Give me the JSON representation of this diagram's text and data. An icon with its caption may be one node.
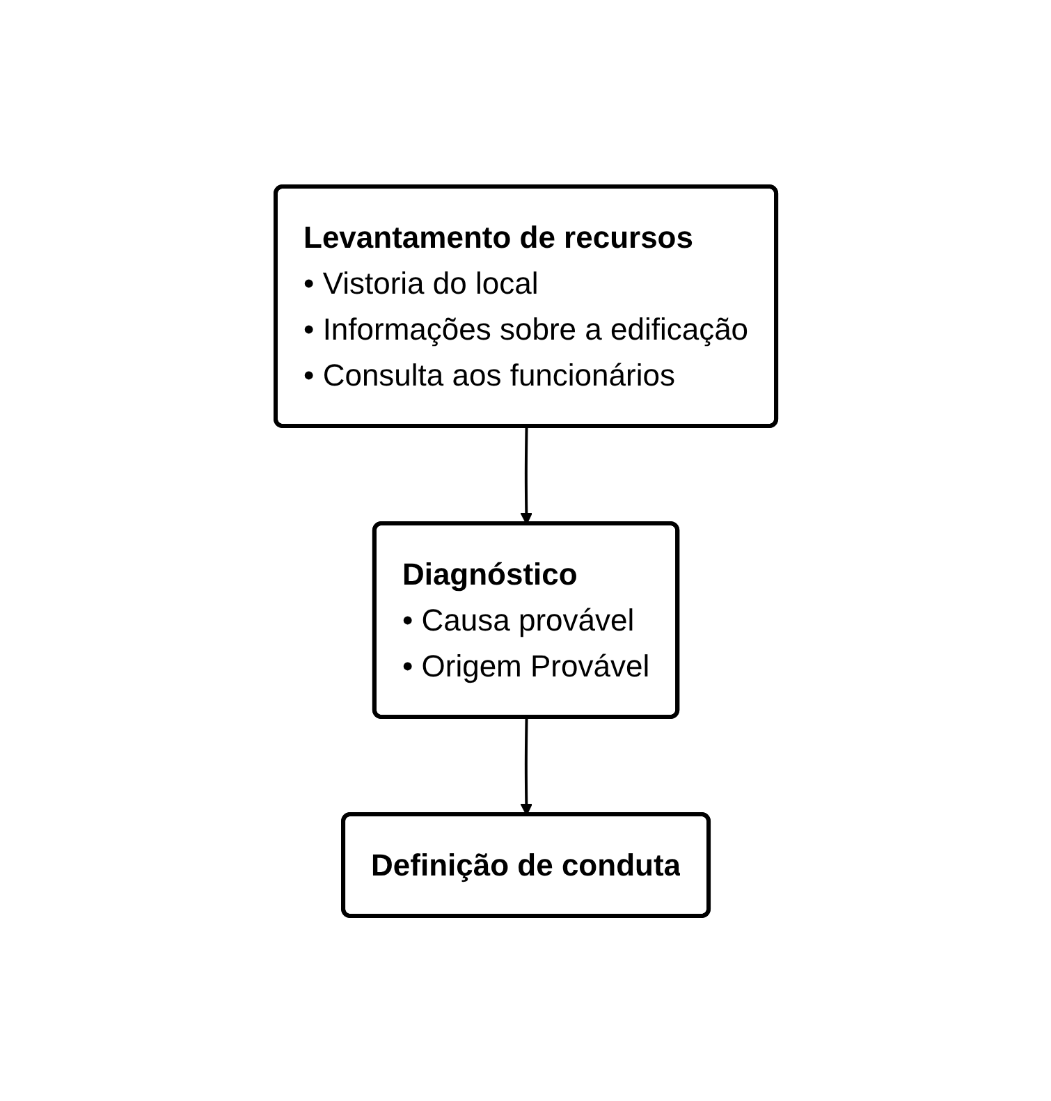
{
  "diagram": {
    "nodes": [
      {
        "text": [
          "Levantamento de recursos",
          "• Vistoria do local",
          "• Informações sobre a edificação",
          "• Consulta aos funcionários"
        ]
      },
      {
        "text": [
          "Diagnóstico",
          "• Causa provável",
          "• Origem Provável"
        ]
      },
      {
        "text": [
          "Definição de conduta"
        ]
      }
    ],
    "edges": [
      {
        "from": 0,
        "to": 1,
        "arrow": "to"
      },
      {
        "from": 1,
        "to": 2,
        "arrow": "to"
      }
    ]
  }
}
